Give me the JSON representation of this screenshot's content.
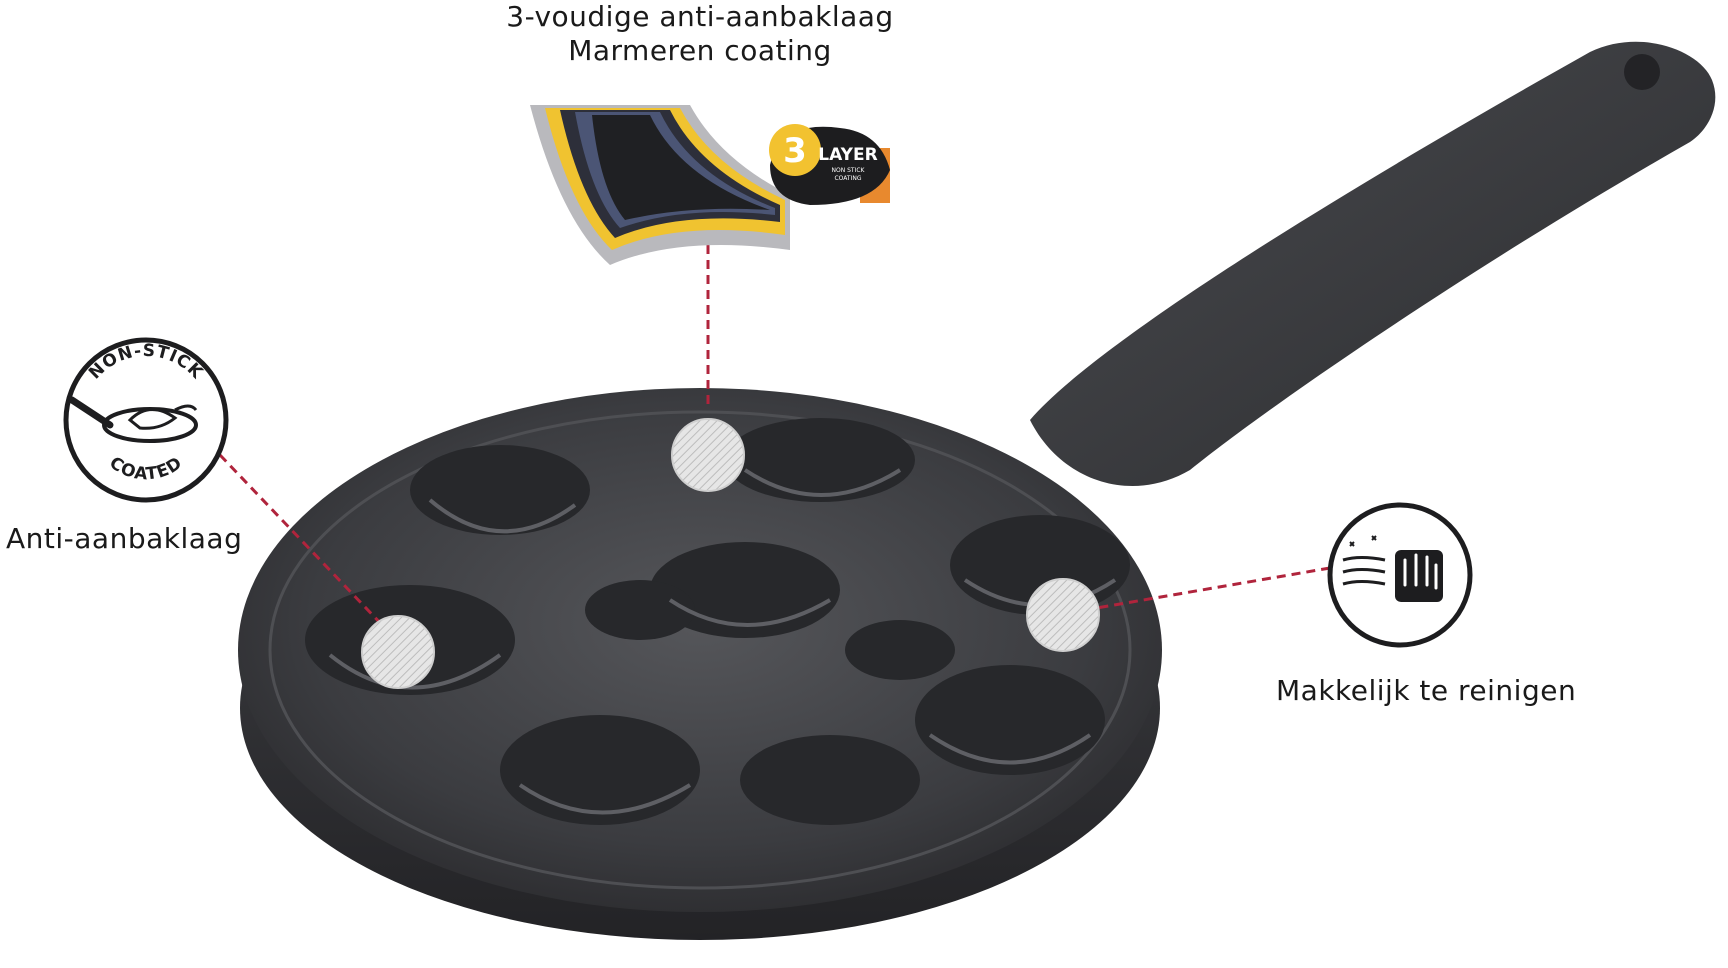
{
  "features": {
    "layer_title_line1": "3-voudige anti-aanbaklaag",
    "layer_title_line2": "Marmeren coating",
    "nonstick_label": "Anti-aanbaklaag",
    "clean_label": "Makkelijk te reinigen"
  },
  "badges": {
    "nonstick_top": "NON-STICK",
    "nonstick_bottom": "COATED",
    "layer_number": "3",
    "layer_word": "LAYER",
    "layer_sub1": "NON STICK",
    "layer_sub2": "COATING"
  },
  "colors": {
    "pan": "#3a3a3d",
    "leader_line": "#b0243c",
    "accent_yellow": "#f2c230",
    "accent_orange": "#e8892e"
  },
  "icons": [
    "nonstick-pan-icon",
    "wipe-clean-icon",
    "layer-cross-section-icon",
    "three-layer-badge-icon"
  ]
}
